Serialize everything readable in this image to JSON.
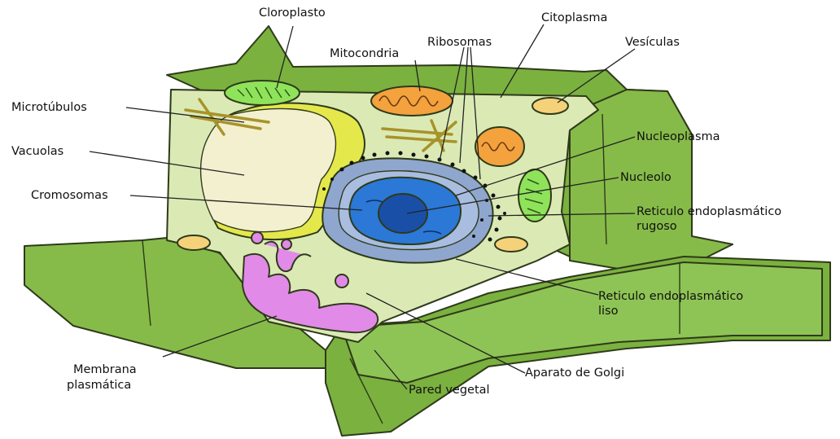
{
  "labels": {
    "cloroplasto": "Cloroplasto",
    "citoplasma": "Citoplasma",
    "ribosomas": "Ribosomas",
    "mitocondria": "Mitocondria",
    "vesiculas": "Vesículas",
    "microtubulos": "Microtúbulos",
    "nucleoplasma": "Nucleoplasma",
    "vacuolas": "Vacuolas",
    "nucleolo": "Nucleolo",
    "cromosomas": "Cromosomas",
    "reticulo_rugoso_1": "Reticulo endoplasmático",
    "reticulo_rugoso_2": "rugoso",
    "reticulo_liso_1": "Reticulo endoplasmático",
    "reticulo_liso_2": "liso",
    "membrana_1": "Membrana",
    "membrana_2": "plasmática",
    "aparato_golgi": "Aparato de Golgi",
    "pared_vegetal": "Pared vegetal"
  },
  "colors": {
    "wall": "#7bb13f",
    "wall_light": "#97c85a",
    "cytoplasm": "#dbeab5",
    "vacuole": "#f3f0cf",
    "vacuole_rim": "#e3e84a",
    "nucleus": "#2b78d6",
    "nucleolus": "#1a4fa8",
    "er_rough": "#8fa6cf",
    "golgi": "#e28ae8",
    "mitochondria": "#f3a23e",
    "chloroplast": "#8fe35a",
    "vesicle": "#f5d27a",
    "microtubule": "#d6c25a"
  }
}
